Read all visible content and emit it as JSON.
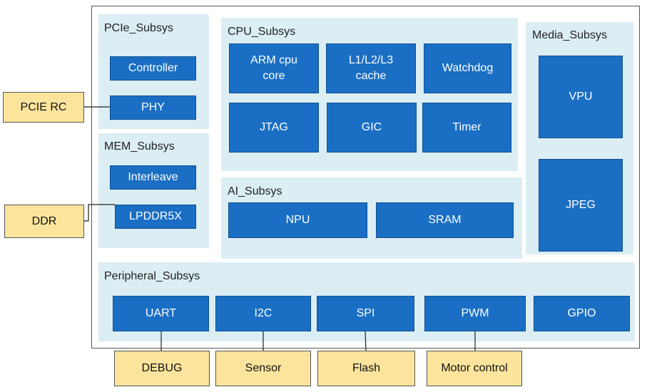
{
  "subsystems": {
    "pcie": {
      "title": "PCIe_Subsys",
      "blocks": [
        "Controller",
        "PHY"
      ]
    },
    "mem": {
      "title": "MEM_Subsys",
      "blocks": [
        "Interleave",
        "LPDDR5X"
      ]
    },
    "cpu": {
      "title": "CPU_Subsys",
      "blocks": [
        "ARM cpu\ncore",
        "L1/L2/L3\ncache",
        "Watchdog",
        "JTAG",
        "GIC",
        "Timer"
      ]
    },
    "ai": {
      "title": "AI_Subsys",
      "blocks": [
        "NPU",
        "SRAM"
      ]
    },
    "media": {
      "title": "Media_Subsys",
      "blocks": [
        "VPU",
        "JPEG"
      ]
    },
    "peripheral": {
      "title": "Peripheral_Subsys",
      "blocks": [
        "UART",
        "I2C",
        "SPI",
        "PWM",
        "GPIO"
      ]
    }
  },
  "external": {
    "pcie_rc": "PCIE RC",
    "ddr": "DDR",
    "debug": "DEBUG",
    "sensor": "Sensor",
    "flash": "Flash",
    "motor": "Motor control"
  },
  "colors": {
    "block_fill": "#1a6fc4",
    "subsystem_fill": "#dbeef4",
    "external_fill": "#fde49c"
  }
}
